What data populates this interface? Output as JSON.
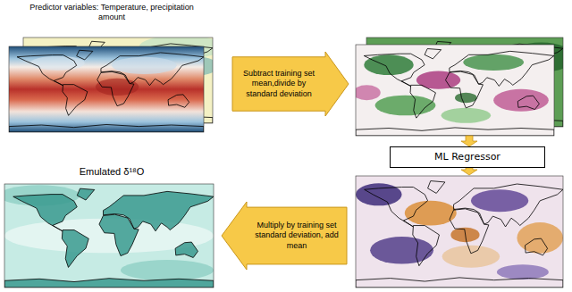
{
  "diagram": {
    "nodes": [
      {
        "text": [
          "Predictor variables: Temperature, precipitation amount"
        ]
      },
      {
        "text": [
          "Subtract training set mean,divide by standard deviation"
        ]
      },
      {
        "text": [
          "ML Regressor"
        ]
      },
      {
        "text": [
          "Multiply by training set standard deviation, add mean"
        ]
      },
      {
        "text": [
          "Emulated δ¹⁸O"
        ]
      }
    ]
  }
}
